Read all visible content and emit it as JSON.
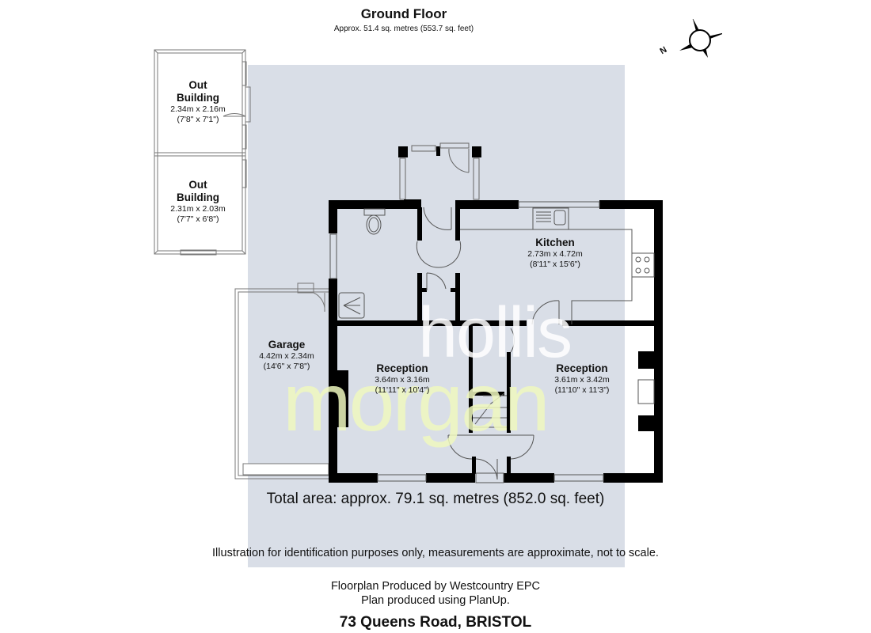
{
  "header": {
    "floor_title": "Ground Floor",
    "floor_area": "Approx. 51.4 sq. metres (553.7 sq. feet)"
  },
  "compass": {
    "icon": "north-arrow-icon",
    "label": "N"
  },
  "rooms": [
    {
      "id": "out-building-1",
      "name_line1": "Out",
      "name_line2": "Building",
      "metric": "2.34m x 2.16m",
      "imperial": "(7'8\" x 7'1\")"
    },
    {
      "id": "out-building-2",
      "name_line1": "Out",
      "name_line2": "Building",
      "metric": "2.31m x 2.03m",
      "imperial": "(7'7\" x 6'8\")"
    },
    {
      "id": "garage",
      "name": "Garage",
      "metric": "4.42m x 2.34m",
      "imperial": "(14'6\" x 7'8\")"
    },
    {
      "id": "kitchen",
      "name": "Kitchen",
      "metric": "2.73m x 4.72m",
      "imperial": "(8'11\" x 15'6\")"
    },
    {
      "id": "reception-1",
      "name": "Reception",
      "metric": "3.64m x 3.16m",
      "imperial": "(11'11\" x 10'4\")"
    },
    {
      "id": "reception-2",
      "name": "Reception",
      "metric": "3.61m x 3.42m",
      "imperial": "(11'10\" x 11'3\")"
    }
  ],
  "watermark": {
    "line1": "hollis",
    "line2": "morgan"
  },
  "footer": {
    "total_area": "Total area: approx. 79.1 sq. metres (852.0 sq. feet)",
    "disclaimer": "Illustration for identification purposes only, measurements are approximate, not to scale.",
    "credit_line1": "Floorplan Produced by Westcountry EPC",
    "credit_line2": "Plan produced using PlanUp.",
    "address": "73 Queens Road, BRISTOL"
  },
  "colors": {
    "wall": "#000000",
    "watermark_band": "#d9dee7",
    "watermark_green": "#eef7c8",
    "line": "#555555"
  }
}
